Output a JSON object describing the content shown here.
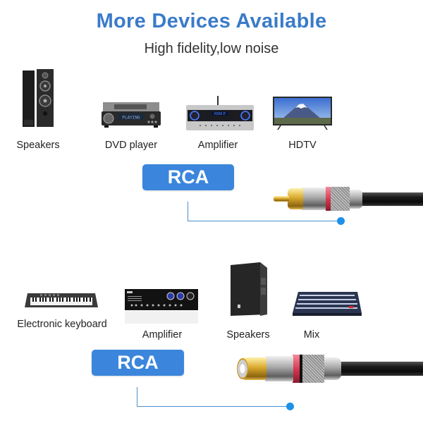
{
  "header": {
    "title": "More Devices Available",
    "subtitle": "High fidelity,low noise"
  },
  "colors": {
    "title_blue": "#3a7bc8",
    "badge_blue": "#3b86dc",
    "connector_line": "#4a8fcf",
    "connector_dot": "#1e90e8"
  },
  "sections": [
    {
      "connector": "RCA male plug",
      "badge": "RCA",
      "devices": [
        {
          "label": "Speakers",
          "icon": "floor-speakers-icon"
        },
        {
          "label": "DVD player",
          "icon": "dvd-player-icon"
        },
        {
          "label": "Amplifier",
          "icon": "av-receiver-icon"
        },
        {
          "label": "HDTV",
          "icon": "tv-icon"
        }
      ]
    },
    {
      "connector": "RCA female jack",
      "badge": "RCA",
      "devices": [
        {
          "label": "Electronic keyboard",
          "icon": "keyboard-icon"
        },
        {
          "label": "Amplifier",
          "icon": "karaoke-amplifier-icon"
        },
        {
          "label": "Speakers",
          "icon": "pa-speaker-icon"
        },
        {
          "label": "Mix",
          "icon": "mixer-console-icon"
        }
      ]
    }
  ],
  "screens": {
    "dvd_display": "PLAYING"
  }
}
